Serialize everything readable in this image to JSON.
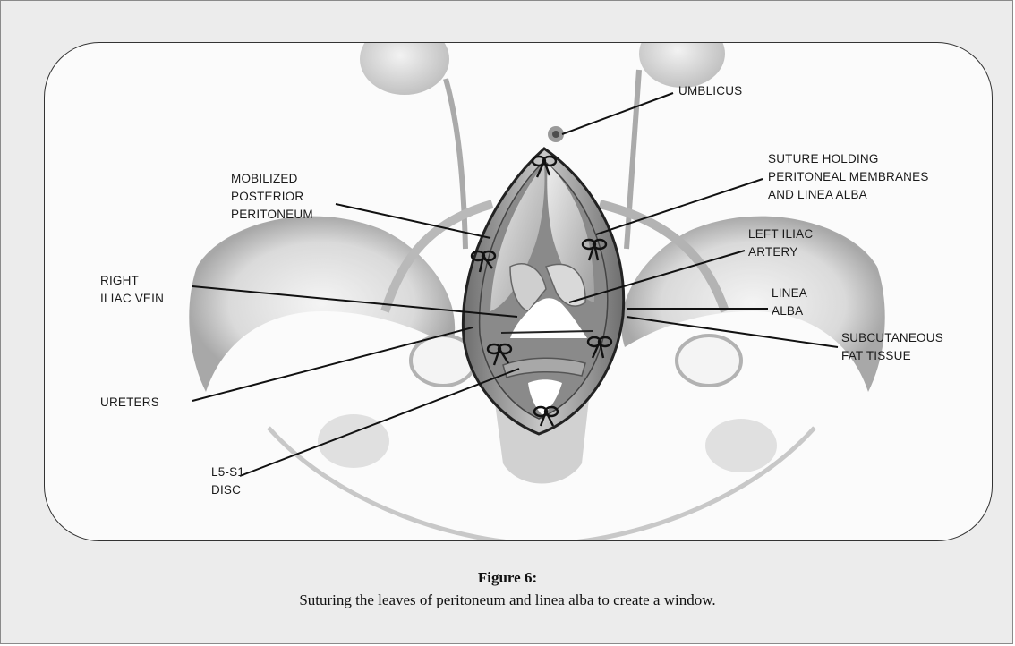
{
  "figure": {
    "title": "Figure 6:",
    "caption": "Suturing the leaves of peritoneum and linea alba to create a window."
  },
  "labels": {
    "umbilicus": "UMBLICUS",
    "suture_1": "SUTURE HOLDING",
    "suture_2": "PERITONEAL MEMBRANES",
    "suture_3": "AND LINEA ALBA",
    "left_iliac_1": "LEFT ILIAC",
    "left_iliac_2": "ARTERY",
    "linea_1": "LINEA",
    "linea_2": "ALBA",
    "subcut_1": "SUBCUTANEOUS",
    "subcut_2": "FAT TISSUE",
    "mobilized_1": "MOBILIZED",
    "mobilized_2": "POSTERIOR",
    "mobilized_3": "PERITONEUM",
    "right_iliac_1": "RIGHT",
    "right_iliac_2": "ILIAC VEIN",
    "ureters": "URETERS",
    "disc_1": "L5-S1",
    "disc_2": "DISC"
  },
  "colors": {
    "frame_bg": "#ececec",
    "panel_bg": "#fbfbfb",
    "anatomy_shade": "#9a9a9a",
    "tissue_dark": "#5a5a5a",
    "leader_line": "#111111"
  }
}
